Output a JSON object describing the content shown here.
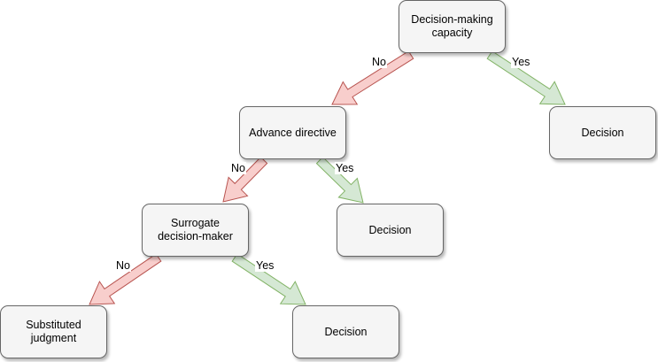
{
  "nodes": {
    "capacity": "Decision-making\ncapacity",
    "advance": "Advance directive",
    "surrogate": "Surrogate\ndecision-maker",
    "substituted": "Substituted\njudgment",
    "decision1": "Decision",
    "decision2": "Decision",
    "decision3": "Decision"
  },
  "edges": {
    "capacity_no": "No",
    "capacity_yes": "Yes",
    "advance_no": "No",
    "advance_yes": "Yes",
    "surrogate_no": "No",
    "surrogate_yes": "Yes"
  },
  "colors": {
    "no_fill": "#f8cecc",
    "no_stroke": "#b85450",
    "yes_fill": "#d5e8d4",
    "yes_stroke": "#82b366"
  }
}
